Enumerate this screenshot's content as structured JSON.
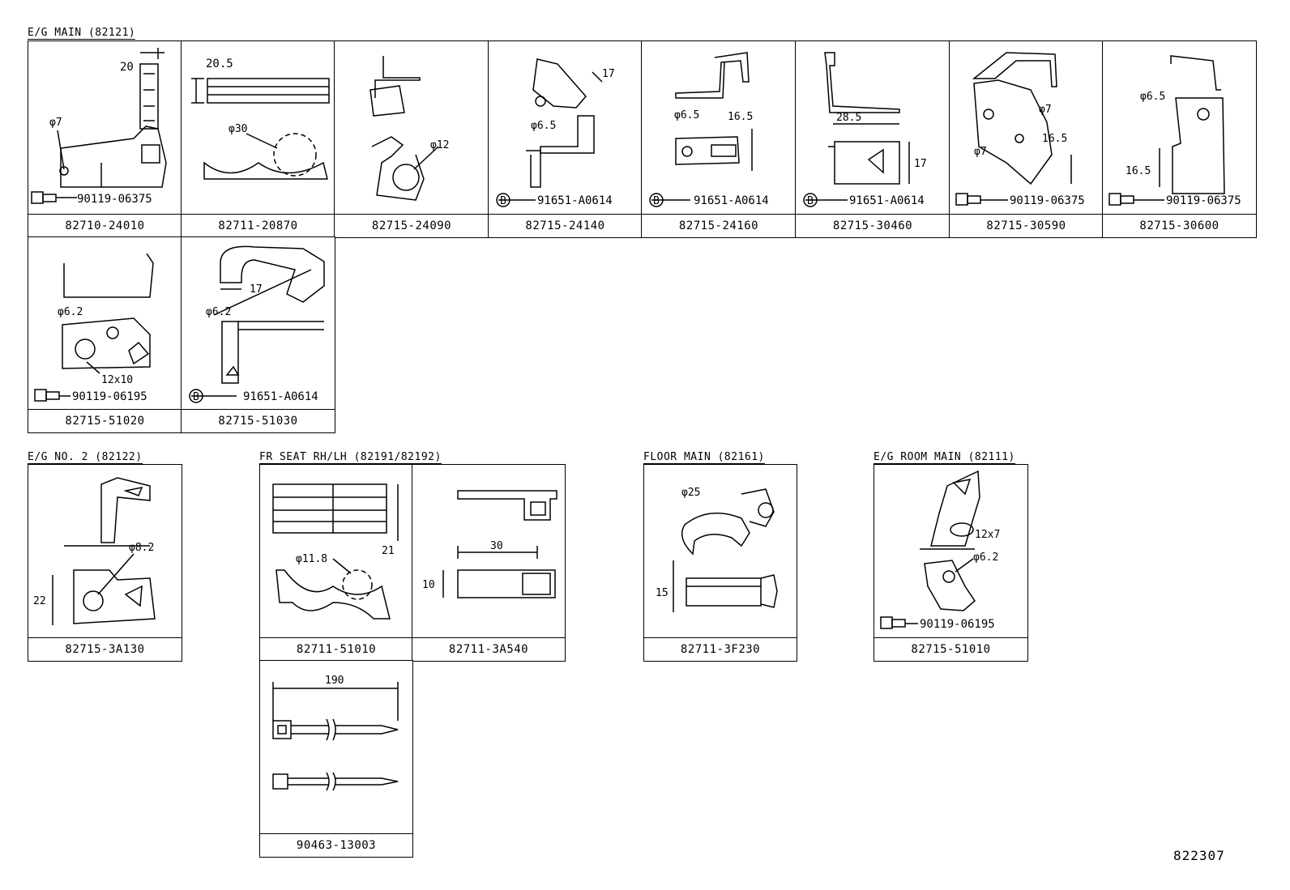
{
  "sections": {
    "eg_main": "E/G MAIN (82121)",
    "eg_no2": "E/G NO. 2 (82122)",
    "fr_seat": "FR SEAT RH/LH (82191/82192)",
    "floor_main": "FLOOR MAIN (82161)",
    "eg_room_main": "E/G ROOM MAIN (82111)"
  },
  "parts": {
    "p1": {
      "number": "82710-24010",
      "fastener": "90119-06375",
      "dims": [
        "20",
        "φ7"
      ]
    },
    "p2": {
      "number": "82711-20870",
      "dims": [
        "20.5",
        "φ30"
      ]
    },
    "p3": {
      "number": "82715-24090",
      "dims": [
        "φ12"
      ]
    },
    "p4": {
      "number": "82715-24140",
      "fastener": "91651-A0614",
      "dims": [
        "17",
        "φ6.5"
      ]
    },
    "p5": {
      "number": "82715-24160",
      "fastener": "91651-A0614",
      "dims": [
        "φ6.5",
        "16.5"
      ]
    },
    "p6": {
      "number": "82715-30460",
      "fastener": "91651-A0614",
      "dims": [
        "28.5",
        "17"
      ]
    },
    "p7": {
      "number": "82715-30590",
      "fastener": "90119-06375",
      "dims": [
        "φ7",
        "φ7",
        "16.5"
      ]
    },
    "p8": {
      "number": "82715-30600",
      "fastener": "90119-06375",
      "dims": [
        "φ6.5",
        "16.5"
      ]
    },
    "p9": {
      "number": "82715-51020",
      "fastener": "90119-06195",
      "dims": [
        "φ6.2",
        "12x10"
      ]
    },
    "p10": {
      "number": "82715-51030",
      "fastener": "91651-A0614",
      "dims": [
        "17",
        "φ6.2"
      ]
    },
    "p11": {
      "number": "82715-3A130",
      "dims": [
        "φ8.2",
        "22"
      ]
    },
    "p12": {
      "number": "82711-51010",
      "dims": [
        "21",
        "φ11.8"
      ]
    },
    "p13": {
      "number": "82711-3A540",
      "dims": [
        "30",
        "10"
      ]
    },
    "p14": {
      "number": "82711-3F230",
      "dims": [
        "φ25",
        "15"
      ]
    },
    "p15": {
      "number": "82715-51010",
      "fastener": "90119-06195",
      "dims": [
        "12x7",
        "φ6.2"
      ]
    },
    "p16": {
      "number": "90463-13003",
      "dims": [
        "190"
      ]
    }
  },
  "fastener_marker": "B",
  "diagram_id": "822307"
}
